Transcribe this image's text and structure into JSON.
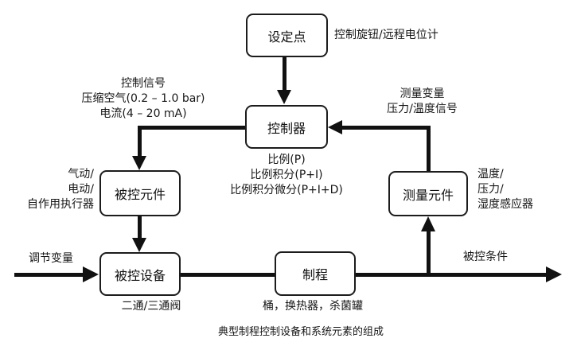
{
  "caption": "典型制程控制设备和系统元素的组成",
  "boxes": {
    "setpoint": {
      "label": "设定点"
    },
    "controller": {
      "label": "控制器"
    },
    "final_control_element": {
      "label": "被控元件"
    },
    "controlled_device": {
      "label": "被控设备"
    },
    "process": {
      "label": "制程"
    },
    "measuring_element": {
      "label": "测量元件"
    }
  },
  "annotations": {
    "setpoint_note": "控制旋钮/远程电位计",
    "control_signal": {
      "line1": "控制信号",
      "line2": "压缩空气(0.2 – 1.0 bar)",
      "line3": "电流(4 – 20 mA)"
    },
    "measured_variable": {
      "line1": "测量变量",
      "line2": "压力/温度信号"
    },
    "control_modes": {
      "line1": "比例(P)",
      "line2": "比例积分(P+I)",
      "line3": "比例积分微分(P+I+D)"
    },
    "actuator": {
      "line1": "气动/",
      "line2": "电动/",
      "line3": "自作用执行器"
    },
    "sensor": {
      "line1": "温度/",
      "line2": "压力/",
      "line3": "湿度感应器"
    },
    "manipulated_variable": "调节变量",
    "valve_note": "二通/三通阀",
    "process_note": "桶，换热器，杀菌罐",
    "controlled_condition": "被控条件"
  },
  "colors": {
    "background": "#ffffff",
    "line": "#111111",
    "text": "#161616",
    "box_border": "#1c1c1c"
  }
}
